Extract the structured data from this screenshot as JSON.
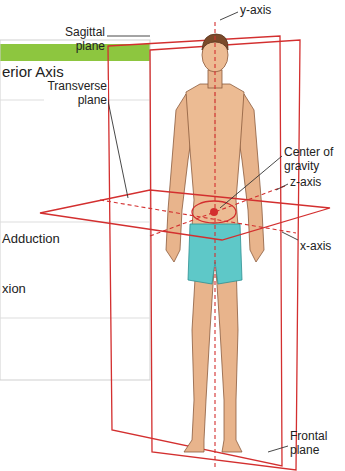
{
  "diagram": {
    "labels": [
      "erior Axis",
      "Adduction",
      "xion",
      "y-axis",
      "Sagittal plane",
      "Transverse plane",
      "Center of gravity",
      "z-axis",
      "x-axis",
      "Frontal plane"
    ]
  }
}
